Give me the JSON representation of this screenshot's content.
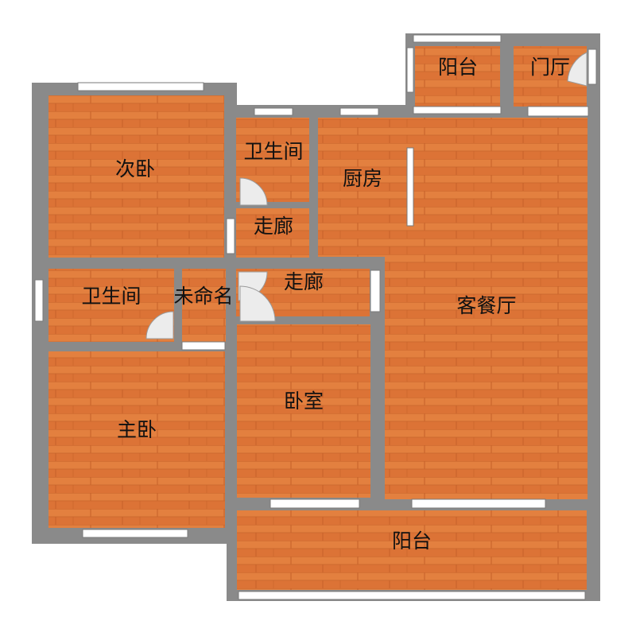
{
  "colors": {
    "floor": "#e07a3c",
    "floor_plank_line": "#c6612a",
    "wall": "#8a8a8a",
    "window": "#ffffff",
    "label": "#111111"
  },
  "rooms": {
    "balcony_top": "阳台",
    "foyer": "门厅",
    "second_bedroom": "次卧",
    "bathroom_upper": "卫生间",
    "kitchen": "厨房",
    "corridor_upper": "走廊",
    "bathroom_lower": "卫生间",
    "unnamed": "未命名",
    "corridor_lower": "走廊",
    "living_dining": "客餐厅",
    "master_bedroom": "主卧",
    "bedroom": "卧室",
    "balcony_bottom": "阳台"
  }
}
